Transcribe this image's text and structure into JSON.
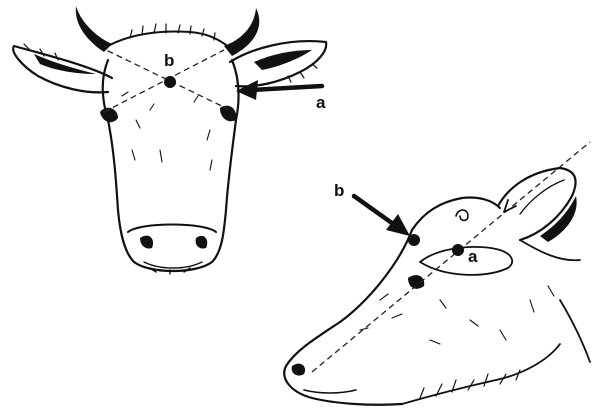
{
  "figure": {
    "front_view": {
      "label_a": "a",
      "label_b": "b"
    },
    "side_view": {
      "label_a": "a",
      "label_b": "b"
    }
  },
  "colors": {
    "ink": "#111111",
    "background": "#ffffff"
  }
}
